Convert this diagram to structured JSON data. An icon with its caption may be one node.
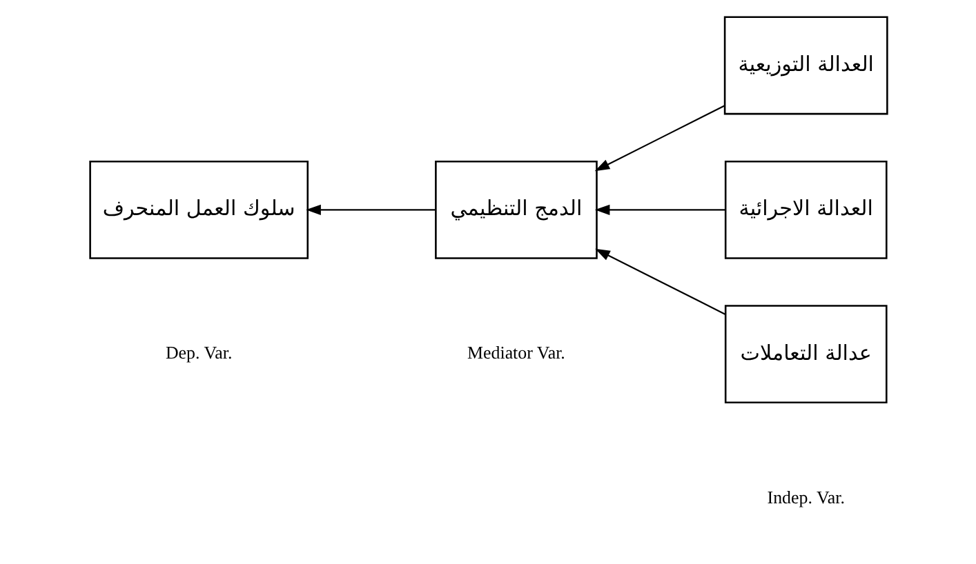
{
  "diagram": {
    "nodes": [
      {
        "text": [
          "سلوك العمل المنحرف"
        ]
      },
      {
        "text": [
          "الدمج التنظيمي"
        ]
      },
      {
        "text": [
          "العدالة التوزيعية"
        ]
      },
      {
        "text": [
          "العدالة الاجرائية"
        ]
      },
      {
        "text": [
          "عدالة التعاملات"
        ]
      }
    ],
    "edges": [
      {
        "from": 2,
        "to": 1,
        "arrow": "to"
      },
      {
        "from": 3,
        "to": 1,
        "arrow": "to"
      },
      {
        "from": 4,
        "to": 1,
        "arrow": "to"
      },
      {
        "from": 1,
        "to": 0,
        "arrow": "to"
      }
    ],
    "labels": [
      "Dep. Var.",
      "Mediator Var.",
      "Indep. Var."
    ]
  }
}
